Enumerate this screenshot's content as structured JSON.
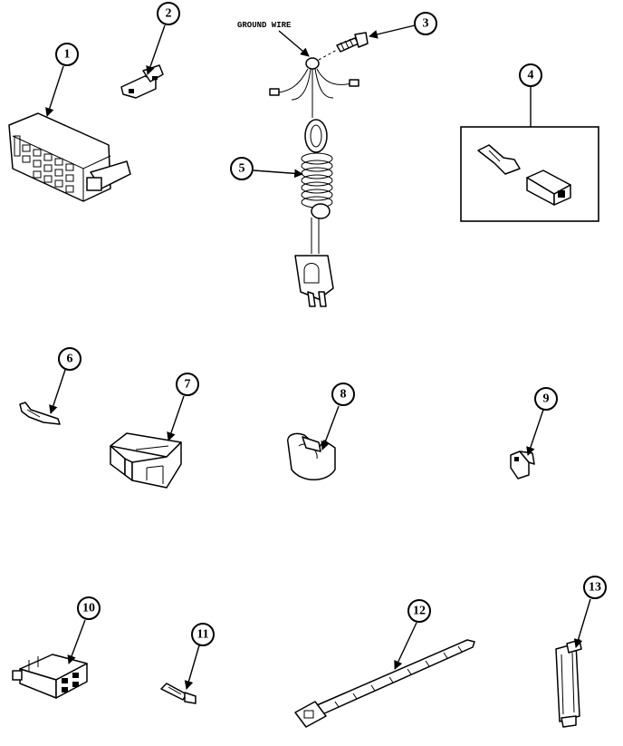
{
  "callouts": {
    "c1": "1",
    "c2": "2",
    "c3": "3",
    "c4": "4",
    "c5": "5",
    "c6": "6",
    "c7": "7",
    "c8": "8",
    "c9": "9",
    "c10": "10",
    "c11": "11",
    "c12": "12",
    "c13": "13"
  },
  "labels": {
    "ground_wire": "GROUND WIRE"
  }
}
